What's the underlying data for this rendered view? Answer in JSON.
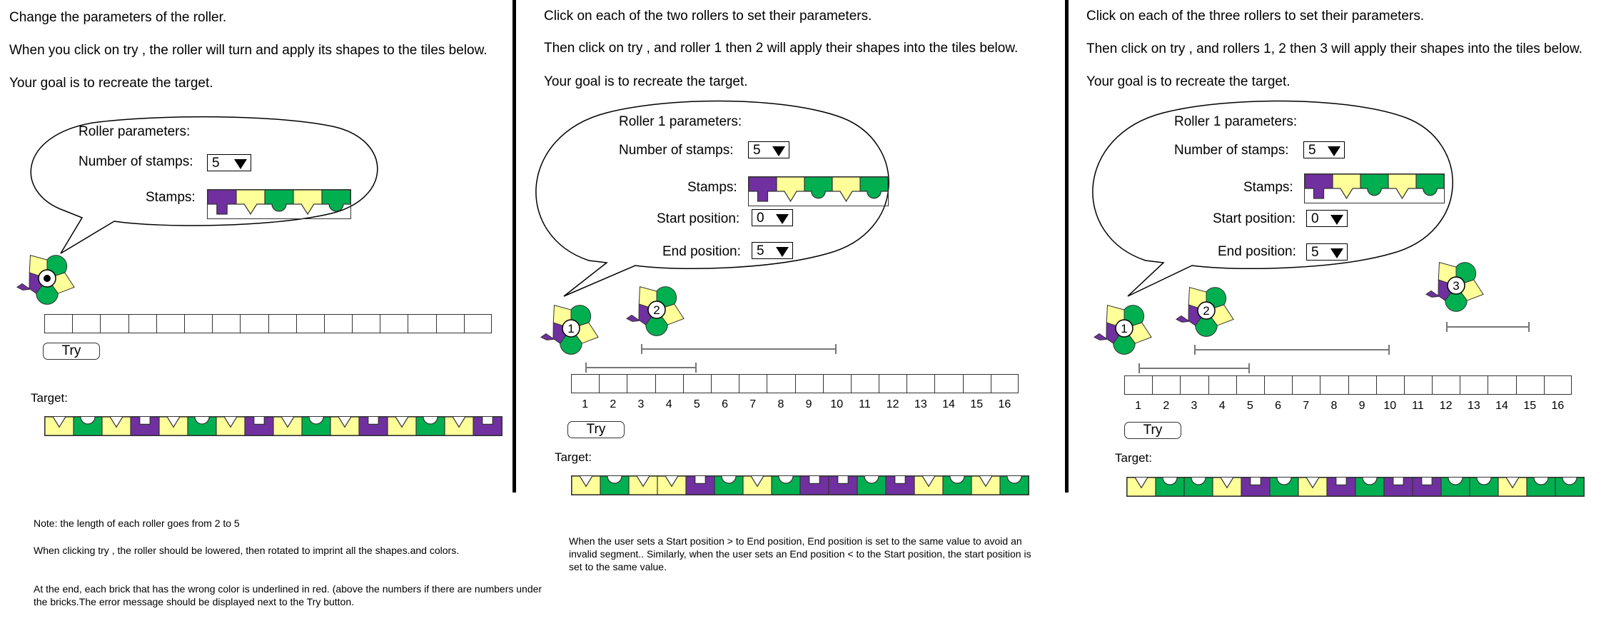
{
  "colors": {
    "yellow": "#ffff99",
    "green": "#00b050",
    "purple": "#7030a0",
    "outline": "#333333",
    "range": "#777777"
  },
  "panel1": {
    "lines": [
      "Change the parameters of the roller.",
      "When you click on try , the roller will turn and apply its shapes to the tiles below.",
      "Your goal is to recreate the target."
    ],
    "params_title": "Roller parameters:",
    "num_stamps_label": "Number of stamps:",
    "num_stamps_value": "5",
    "stamps_label": "Stamps:",
    "stamps": [
      "purple-plus",
      "yellow-triangle",
      "green-arc",
      "yellow-triangle",
      "green-arc"
    ],
    "try_label": "Try",
    "target_label": "Target:",
    "target": [
      "yellow-triangle",
      "green-arc",
      "yellow-triangle",
      "purple-plus",
      "yellow-triangle",
      "green-arc",
      "yellow-triangle",
      "purple-plus",
      "yellow-triangle",
      "green-arc",
      "yellow-triangle",
      "purple-plus",
      "yellow-triangle",
      "green-arc",
      "yellow-triangle",
      "purple-plus"
    ],
    "tile_count": 16,
    "notes": [
      "Note: the length of each roller goes from 2 to 5",
      "When clicking try , the roller should be lowered, then rotated to imprint all the  shapes.and colors.",
      "At the end, each brick that has the wrong color is underlined in red. (above the numbers if there are numbers under the bricks.The error message should be displayed next to the Try button."
    ]
  },
  "panel2": {
    "lines": [
      "Click on each of the two rollers to set their parameters.",
      "Then click on try , and roller 1 then 2 will apply their shapes into the tiles below.",
      "Your goal is to recreate the target."
    ],
    "params_title": "Roller 1 parameters:",
    "num_stamps_label": "Number of stamps:",
    "num_stamps_value": "5",
    "stamps_label": "Stamps:",
    "stamps": [
      "purple-plus",
      "yellow-triangle",
      "green-arc",
      "yellow-triangle",
      "green-arc"
    ],
    "start_label": "Start position:",
    "start_value": "0",
    "end_label": "End position:",
    "end_value": "5",
    "roller_labels": [
      "1",
      "2"
    ],
    "ranges": [
      {
        "from": 1,
        "to": 5
      },
      {
        "from": 3,
        "to": 10
      }
    ],
    "tile_numbers": [
      "1",
      "2",
      "3",
      "4",
      "5",
      "6",
      "7",
      "8",
      "9",
      "10",
      "11",
      "12",
      "13",
      "14",
      "15",
      "16"
    ],
    "try_label": "Try",
    "target_label": "Target:",
    "target": [
      "yellow-triangle",
      "green-arc",
      "yellow-triangle",
      "yellow-triangle",
      "purple-plus",
      "green-arc",
      "yellow-triangle",
      "green-arc",
      "purple-plus",
      "purple-plus",
      "green-arc",
      "purple-plus",
      "yellow-triangle",
      "green-arc",
      "yellow-triangle",
      "green-arc"
    ],
    "note": "When the user sets a Start position > to End position, End position is set to the same value to avoid an invalid segment.. Similarly, when the user sets an End position < to the Start position, the start position is set to the same value."
  },
  "panel3": {
    "lines": [
      "Click on each of the three rollers to set their parameters.",
      "Then click on try , and rollers 1, 2 then 3 will apply their shapes into the tiles below.",
      "Your goal is to recreate the target."
    ],
    "params_title": "Roller 1 parameters:",
    "num_stamps_label": "Number of stamps:",
    "num_stamps_value": "5",
    "stamps_label": "Stamps:",
    "stamps": [
      "purple-plus",
      "yellow-triangle",
      "green-arc",
      "yellow-triangle",
      "green-arc"
    ],
    "start_label": "Start position:",
    "start_value": "0",
    "end_label": "End position:",
    "end_value": "5",
    "roller_labels": [
      "1",
      "2",
      "3"
    ],
    "ranges": [
      {
        "from": 1,
        "to": 5
      },
      {
        "from": 3,
        "to": 10
      },
      {
        "from": 12,
        "to": 15
      }
    ],
    "tile_numbers": [
      "1",
      "2",
      "3",
      "4",
      "5",
      "6",
      "7",
      "8",
      "9",
      "10",
      "11",
      "12",
      "13",
      "14",
      "15",
      "16"
    ],
    "try_label": "Try",
    "target_label": "Target:",
    "target": [
      "yellow-triangle",
      "green-arc",
      "green-arc",
      "yellow-triangle",
      "purple-plus",
      "green-arc",
      "yellow-triangle",
      "purple-plus",
      "green-arc",
      "purple-plus",
      "purple-plus",
      "green-arc",
      "green-arc",
      "yellow-triangle",
      "green-arc",
      "green-arc"
    ]
  }
}
